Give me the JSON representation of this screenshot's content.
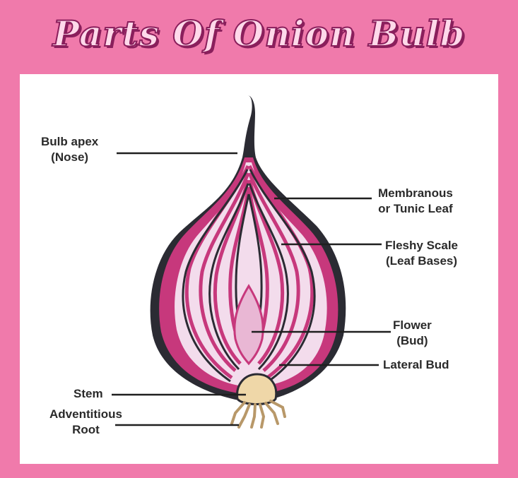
{
  "title": "Parts Of Onion Bulb",
  "colors": {
    "background": "#f07aab",
    "panel": "#ffffff",
    "outline": "#2b2b33",
    "onion_flesh": "#c7387c",
    "onion_light": "#f3dcec",
    "stem": "#efd7a8",
    "root": "#b89869"
  },
  "labels": {
    "bulb_apex": [
      "Bulb apex",
      "(Nose)"
    ],
    "membranous": [
      "Membranous",
      "or Tunic Leaf"
    ],
    "fleshy": [
      "Fleshy Scale",
      "(Leaf Bases)"
    ],
    "flower": [
      "Flower",
      "(Bud)"
    ],
    "lateral": "Lateral Bud",
    "stem": "Stem",
    "root": [
      "Adventitious",
      "Root"
    ]
  }
}
